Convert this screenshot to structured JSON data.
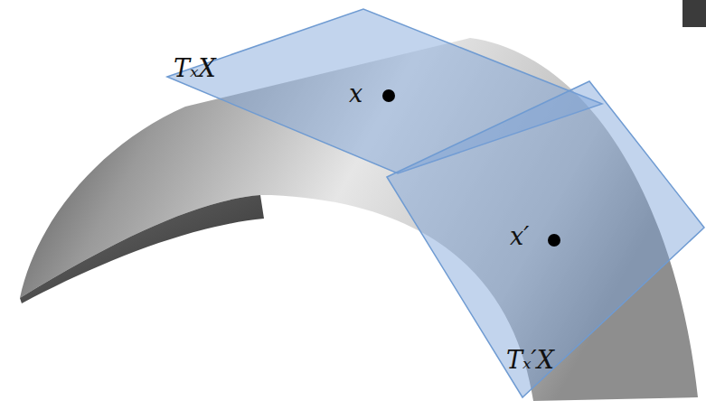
{
  "diagram": {
    "labels": [
      "TₓX",
      "x",
      "x′",
      "Tₓ′X"
    ]
  }
}
